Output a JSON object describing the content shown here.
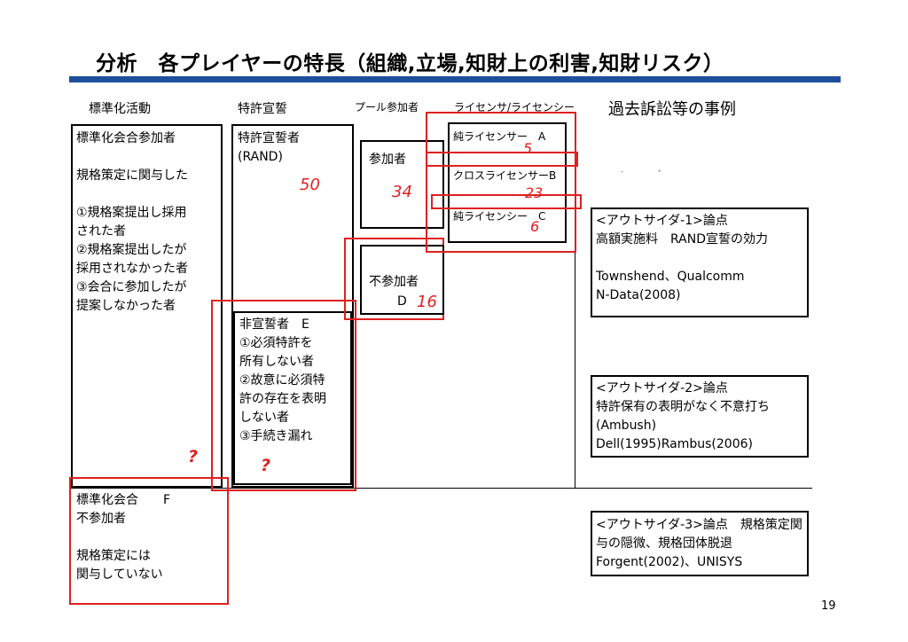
{
  "title": "分析　各プレイヤーの特長（組織,立場,知財上の利害,知財リスク）",
  "headers": {
    "standardization": "標準化活動",
    "patent_declaration": "特許宣誓",
    "pool": "プール参加者",
    "licensor": "ライセンサ/ライセンシー",
    "cases": "過去訴訟等の事例"
  },
  "standard_members": {
    "text": "標準化会合参加者\n\n規格策定に関与した\n\n①規格案提出し採用\nされた者\n②規格案提出したが\n採用されなかった者\n③会合に参加したが\n提案しなかった者",
    "question": "?"
  },
  "declarer": {
    "text": "特許宣誓者\n(RAND)",
    "number": "50"
  },
  "non_declarer": {
    "text": "非宣誓者　E\n①必須特許を\n所有しない者\n②故意に必須特\n許の存在を表明\nしない者\n③手続き漏れ",
    "question": "?"
  },
  "pool_members": {
    "label": "参加者",
    "number": "34"
  },
  "non_pool": {
    "label": "不参加者",
    "letter": "D",
    "number": "16"
  },
  "licensors": {
    "a_label": "純ライセンサー　A",
    "a_number": "5",
    "b_label": "クロスライセンサーB",
    "b_number": "23",
    "c_label": "純ライセンシー　C",
    "c_number": "6"
  },
  "non_members": {
    "text": "標準化会合　　F\n不参加者\n\n規格策定には\n関与していない"
  },
  "cases": {
    "case1": "<アウトサイダ-1>論点\n高額実施料　RAND宣誓の効力\n\nTownshend、Qualcomm\nN-Data(2008)",
    "case2": "<アウトサイダ-2>論点\n特許保有の表明がなく不意打ち\n(Ambush)\nDell(1995)Rambus(2006)",
    "case3": "<アウトサイダ-3>論点　規格策定関\n与の隠微、規格団体脱退\nForgent(2002)、UNISYS"
  },
  "dots": "‐　　　　・",
  "page_number": "19"
}
